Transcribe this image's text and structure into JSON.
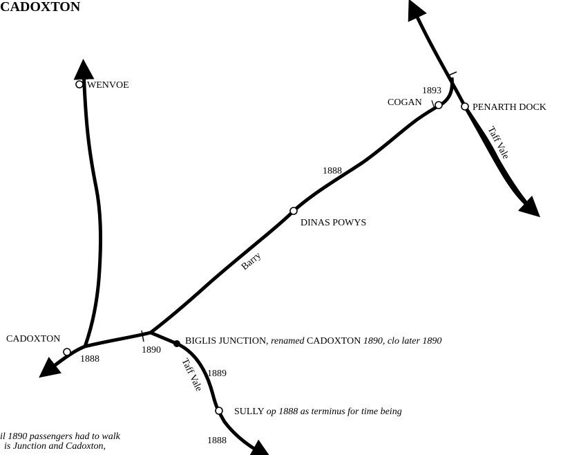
{
  "title": "CADOXTON",
  "stations": {
    "wenvoe": "WENVOE",
    "cogan": "COGAN",
    "penarth_dock": "PENARTH DOCK",
    "dinas_powys": "DINAS POWYS",
    "cadoxton": "CADOXTON",
    "biglis_name": "BIGLIS JUNCTION,",
    "biglis_renamed": "renamed",
    "biglis_cadoxton": "CADOXTON",
    "biglis_dates": "1890, clo later 1890",
    "sully": "SULLY",
    "sully_note": "op 1888 as terminus for time being"
  },
  "lines": {
    "barry": "Barry",
    "taff_vale_north": "Taff Vale",
    "taff_vale_south": "Taff Vale"
  },
  "dates": {
    "cogan_junction": "1893",
    "barry_line": "1888",
    "cadoxton": "1888",
    "junction": "1890",
    "taff_vale_upper": "1889",
    "taff_vale_lower": "1888"
  },
  "footnote": {
    "line1": "il 1890 passengers had to walk",
    "line2": "is Junction and Cadoxton,"
  },
  "colors": {
    "ink": "#000000",
    "background": "#ffffff"
  }
}
